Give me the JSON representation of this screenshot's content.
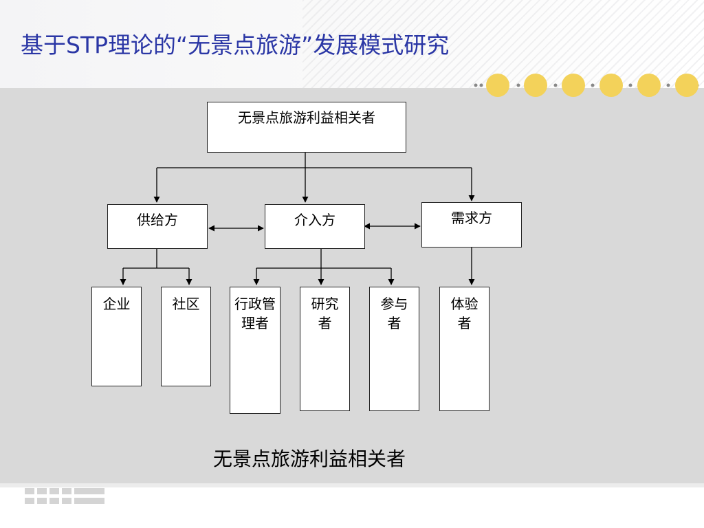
{
  "slide": {
    "title": "基于STP理论的“无景点旅游”发展模式研究",
    "caption": "无景点旅游利益相关者"
  },
  "diagram": {
    "root": "无景点旅游利益相关者",
    "categories": {
      "supply": "供给方",
      "intervention": "介入方",
      "demand": "需求方"
    },
    "leaves": {
      "enterprise": "企业",
      "community": "社区",
      "admin": "行政管理者",
      "researcher": "研究者",
      "participant": "参与者",
      "experiencer": "体验者"
    }
  },
  "colors": {
    "title": "#2a36a5",
    "content_bg": "#d9d9d9",
    "dot": "#f3d25a"
  }
}
